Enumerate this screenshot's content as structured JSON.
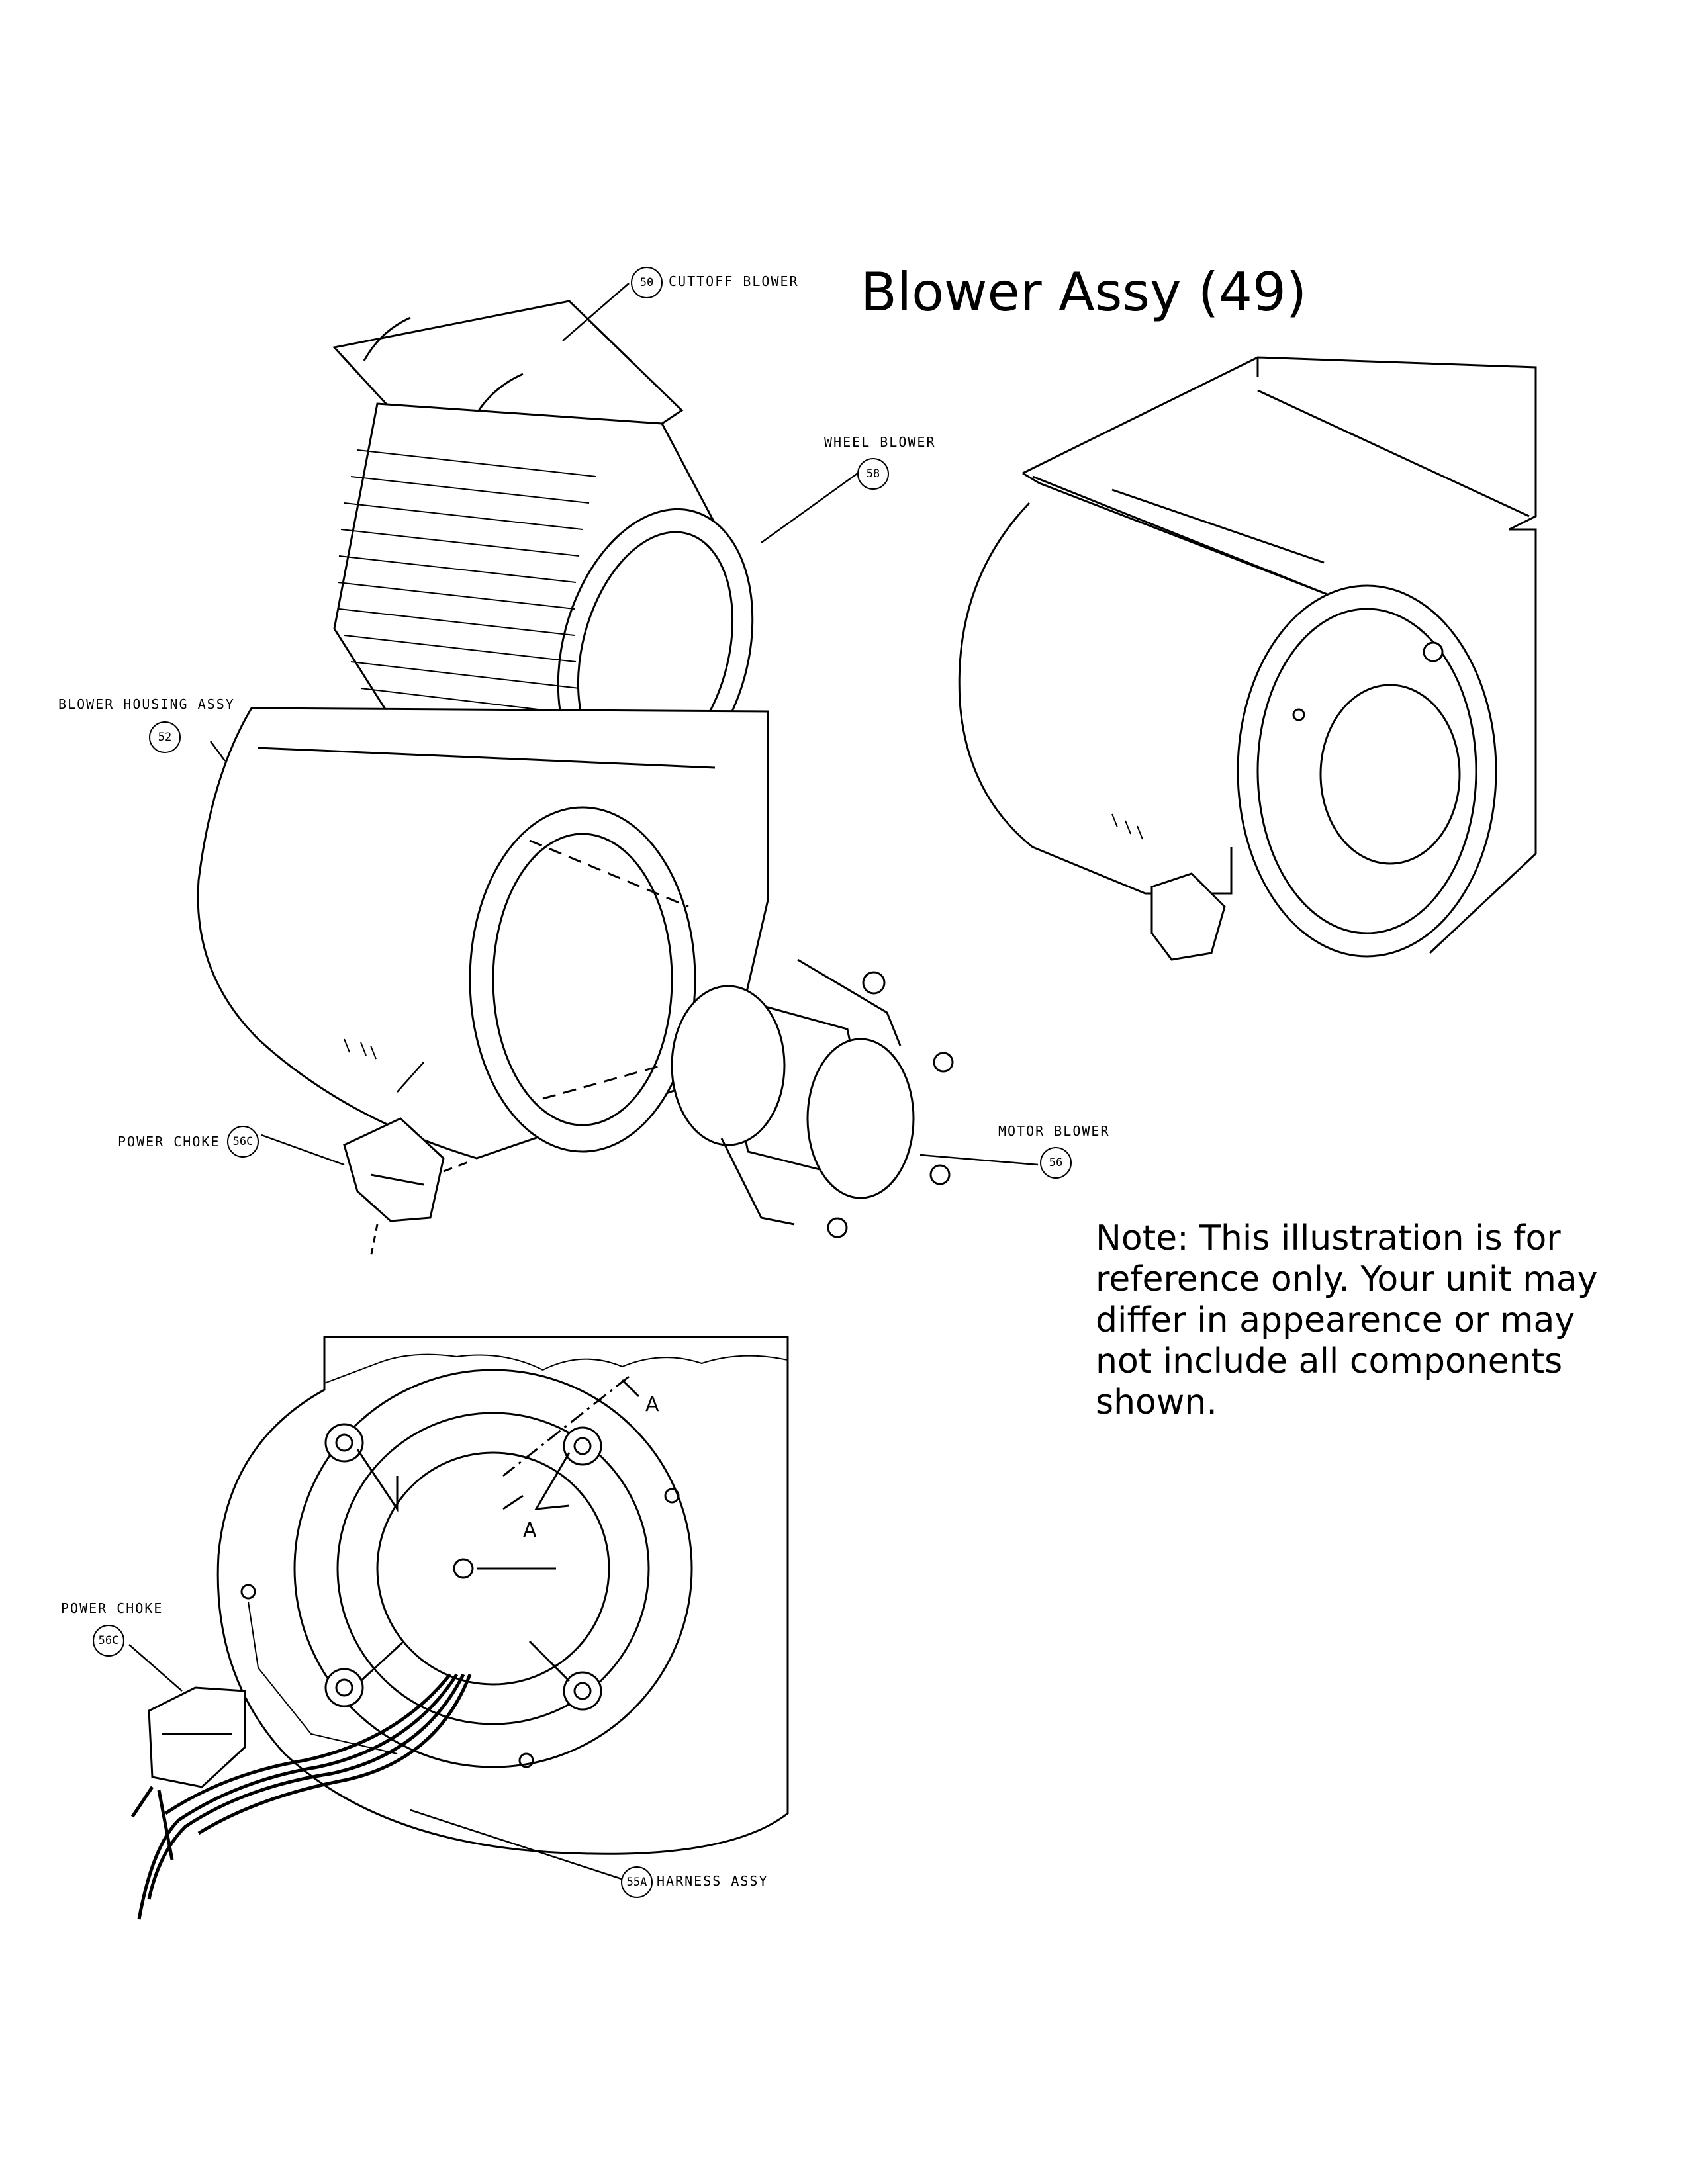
{
  "title": "Blower Assy (49)",
  "note": "Note: This illustration is for reference only. Your unit may differ in appearence or may not include all components shown.",
  "callouts": {
    "cutoff": {
      "num": "50",
      "text": "CUTTOFF BLOWER"
    },
    "wheel": {
      "num": "58",
      "text": "WHEEL BLOWER"
    },
    "housing": {
      "num": "52",
      "text": "BLOWER HOUSING ASSY"
    },
    "choke_top": {
      "num": "56C",
      "text": "POWER CHOKE"
    },
    "motor": {
      "num": "56",
      "text": "MOTOR BLOWER"
    },
    "choke_bottom": {
      "num": "56C",
      "text": "POWER CHOKE"
    },
    "harness": {
      "num": "55A",
      "text": "HARNESS ASSY"
    }
  },
  "section_marks": [
    "A",
    "A"
  ]
}
